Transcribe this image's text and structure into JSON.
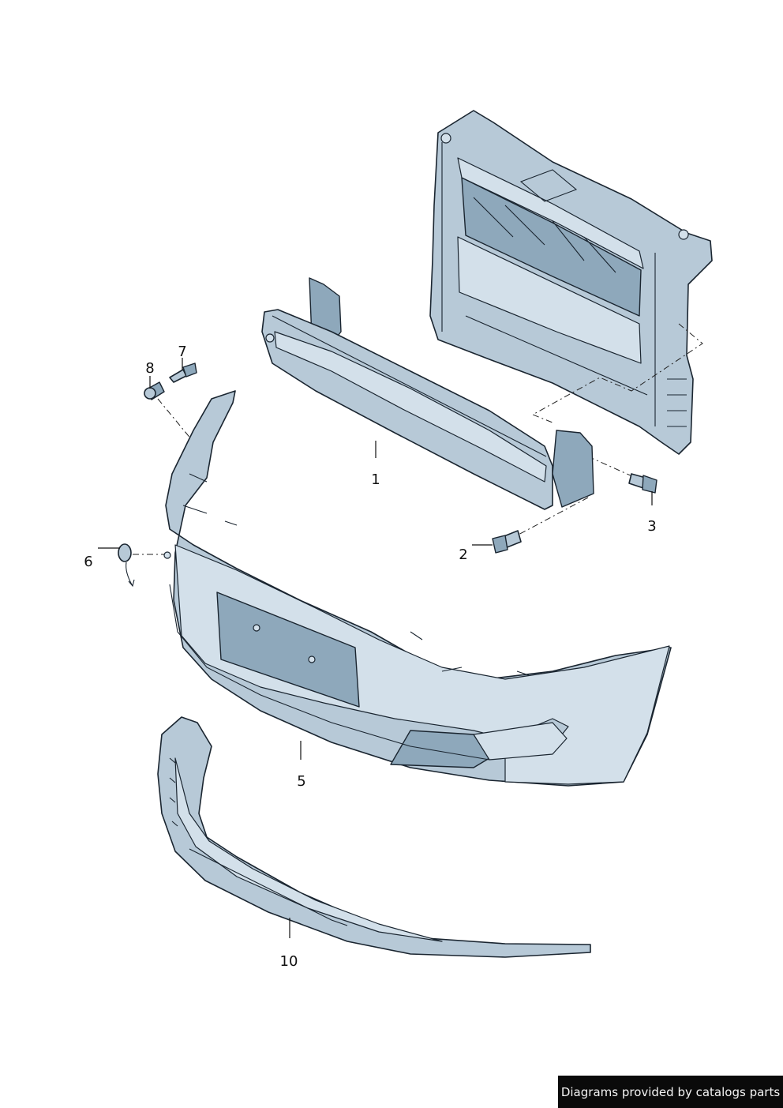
{
  "callouts": {
    "c1": "1",
    "c2": "2",
    "c3": "3",
    "c5": "5",
    "c6": "6",
    "c7": "7",
    "c8": "8",
    "c10": "10"
  },
  "credit": "Diagrams provided by catalogs parts",
  "colors": {
    "part_fill": "#b7c9d7",
    "part_shadow": "#8ea8bb",
    "outline": "#1a2530",
    "credit_bg": "#0a0a0a"
  }
}
